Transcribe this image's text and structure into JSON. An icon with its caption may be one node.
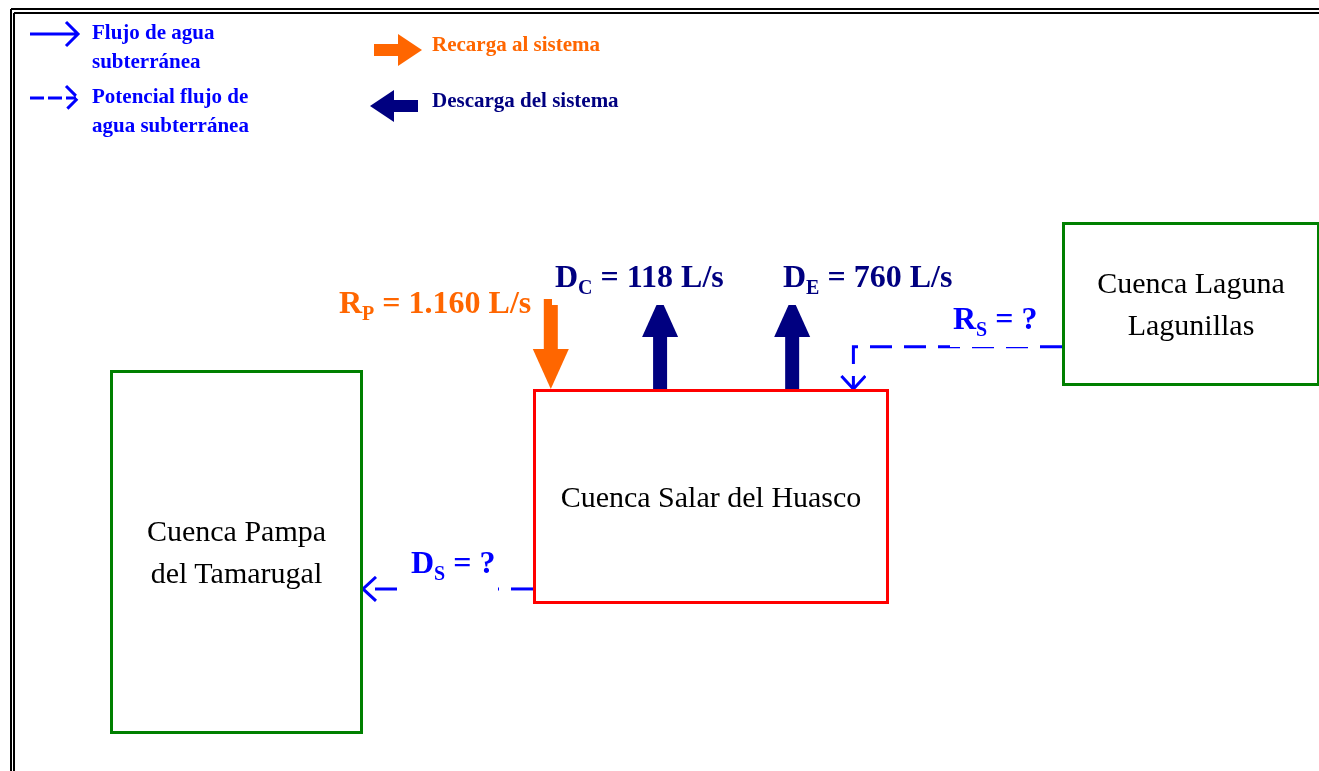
{
  "diagram": {
    "nodes": [
      {
        "text": [
          "Cuenca Pampa del Tamarugal"
        ]
      },
      {
        "text": [
          "Cuenca Salar del Huasco"
        ]
      },
      {
        "text": [
          "Cuenca Laguna Lagunillas"
        ]
      }
    ],
    "edges": [
      {
        "from": 1,
        "to": 0,
        "arrow": "to",
        "label": "D$_{S}$ = ?",
        "style": "dashed",
        "color": "#0000ff"
      },
      {
        "from": 2,
        "to": 1,
        "arrow": "to",
        "label": "R$_{S}$ = ?",
        "style": "dashed",
        "color": "#0000ff"
      },
      {
        "from": null,
        "to": 1,
        "arrow": "to",
        "label": "R$_{P}$ = 1.160 L/s",
        "color": "#ff6600"
      },
      {
        "from": 1,
        "to": null,
        "arrow": "to",
        "label": "D$_{C}$ = 118 L/s",
        "color": "#000080"
      },
      {
        "from": 1,
        "to": null,
        "arrow": "to",
        "label": "D$_{E}$ = 760 L/s",
        "color": "#000080"
      }
    ],
    "legend": [
      {
        "text": "Flujo de agua subterránea"
      },
      {
        "text": "Potencial flujo de agua subterránea"
      },
      {
        "text": "Recarga al sistema"
      },
      {
        "text": "Descarga del sistema"
      }
    ]
  }
}
